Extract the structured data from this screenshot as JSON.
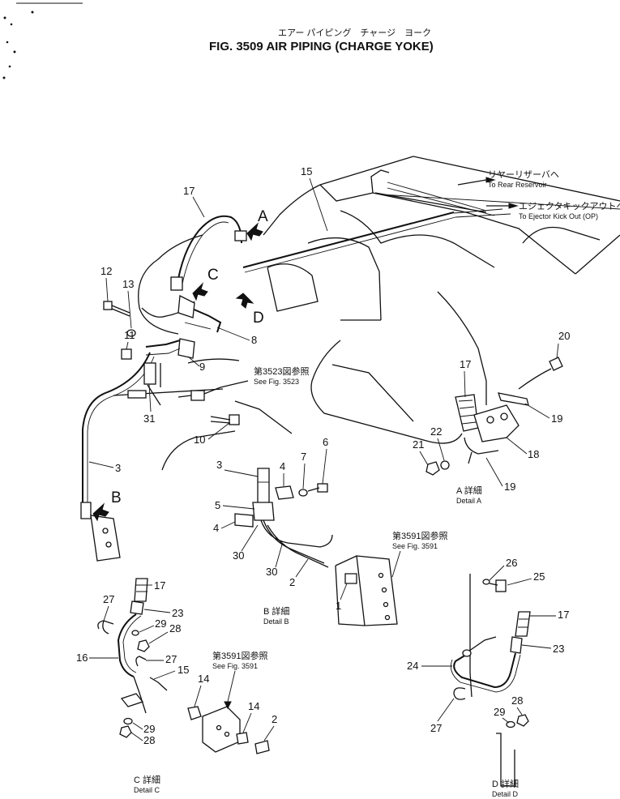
{
  "title": {
    "japanese": "エアー パイピング　チャージ　ヨーク",
    "english": "FIG. 3509  AIR PIPING (CHARGE YOKE)"
  },
  "references": {
    "rear_reservoir_jp": "リヤーリザーバヘ",
    "rear_reservoir_en": "To Rear Reservoir",
    "ejector_jp": "エジェクタキックアウトヘ",
    "ejector_en": "To Ejector Kick Out (OP)",
    "fig3523_jp": "第3523図参照",
    "fig3523_en": "See Fig. 3523",
    "fig3591_b_jp": "第3591図参照",
    "fig3591_b_en": "See Fig. 3591",
    "fig3591_c_jp": "第3591図参照",
    "fig3591_c_en": "See Fig. 3591"
  },
  "view_arrows": {
    "a": "A",
    "b": "B",
    "c": "C",
    "d": "D"
  },
  "details": {
    "a_jp": "A 詳細",
    "a_en": "Detail A",
    "b_jp": "B 詳細",
    "b_en": "Detail B",
    "c_jp": "C 詳細",
    "c_en": "Detail C",
    "d_jp": "D 詳細",
    "d_en": "Detail D"
  },
  "callouts": {
    "main_17": "17",
    "main_15": "15",
    "main_12": "12",
    "main_13": "13",
    "main_11": "11",
    "main_8": "8",
    "main_9": "9",
    "main_31": "31",
    "main_10": "10",
    "main_3": "3",
    "a_20": "20",
    "a_17": "17",
    "a_19_top": "19",
    "a_18": "18",
    "a_22": "22",
    "a_21": "21",
    "a_19_bottom": "19",
    "b_3": "3",
    "b_4_top": "4",
    "b_7": "7",
    "b_6": "6",
    "b_5": "5",
    "b_4_bottom": "4",
    "b_30_left": "30",
    "b_30_right": "30",
    "b_2": "2",
    "b_1": "1",
    "c_17": "17",
    "c_27_top": "27",
    "c_23": "23",
    "c_29_top": "29",
    "c_28_top": "28",
    "c_16": "16",
    "c_27_mid": "27",
    "c_15": "15",
    "c_14_left": "14",
    "c_14_right": "14",
    "c_2": "2",
    "c_29_bottom": "29",
    "c_28_bottom": "28",
    "d_26": "26",
    "d_25": "25",
    "d_17": "17",
    "d_23": "23",
    "d_24": "24",
    "d_28": "28",
    "d_29": "29",
    "d_27": "27"
  }
}
